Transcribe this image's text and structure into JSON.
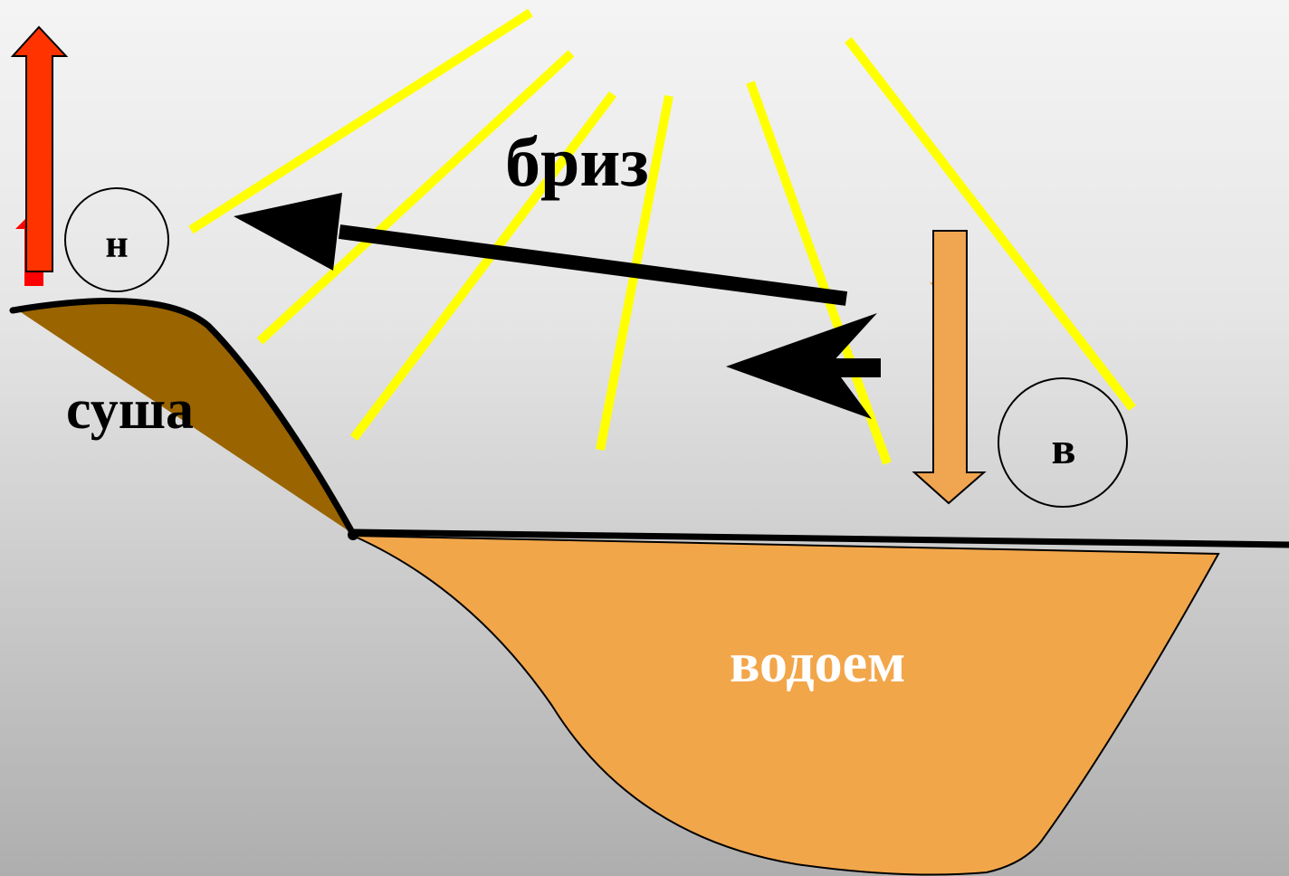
{
  "diagram": {
    "title": "бриз",
    "land_label": "суша",
    "water_label": "водоем",
    "low_pressure_label": "н",
    "high_pressure_label": "в"
  },
  "colors": {
    "land": "#9a6400",
    "water": "#f2a64a",
    "sun_rays": "#ffff00",
    "rising_air_arrow": "#ff3300",
    "sinking_air_arrow": "#f0a550",
    "wind_arrows": "#000000",
    "water_label": "#ffffff"
  }
}
